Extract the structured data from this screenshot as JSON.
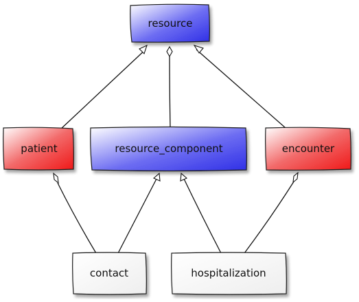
{
  "colors": {
    "base_fill": "#2f2fe6",
    "core_fill": "#ef1818",
    "plain_fill": "#eeeeee",
    "outline": "#111111"
  },
  "nodes": {
    "resource": {
      "label": "resource",
      "style": "base"
    },
    "patient": {
      "label": "patient",
      "style": "core"
    },
    "resource_component": {
      "label": "resource_component",
      "style": "base"
    },
    "encounter": {
      "label": "encounter",
      "style": "core"
    },
    "contact": {
      "label": "contact",
      "style": "plain"
    },
    "hospitalization": {
      "label": "hospitalization",
      "style": "plain"
    }
  },
  "edges": [
    {
      "from": "patient",
      "to": "resource",
      "relation": "inherits",
      "end_marker": "open-triangle"
    },
    {
      "from": "resource_component",
      "to": "resource",
      "relation": "aggregates",
      "end_marker": "open-diamond"
    },
    {
      "from": "encounter",
      "to": "resource",
      "relation": "inherits",
      "end_marker": "open-triangle"
    },
    {
      "from": "contact",
      "to": "patient",
      "relation": "aggregates",
      "end_marker": "open-diamond"
    },
    {
      "from": "contact",
      "to": "resource_component",
      "relation": "inherits",
      "end_marker": "open-triangle"
    },
    {
      "from": "hospitalization",
      "to": "resource_component",
      "relation": "inherits",
      "end_marker": "open-triangle"
    },
    {
      "from": "hospitalization",
      "to": "encounter",
      "relation": "aggregates",
      "end_marker": "open-diamond"
    }
  ]
}
